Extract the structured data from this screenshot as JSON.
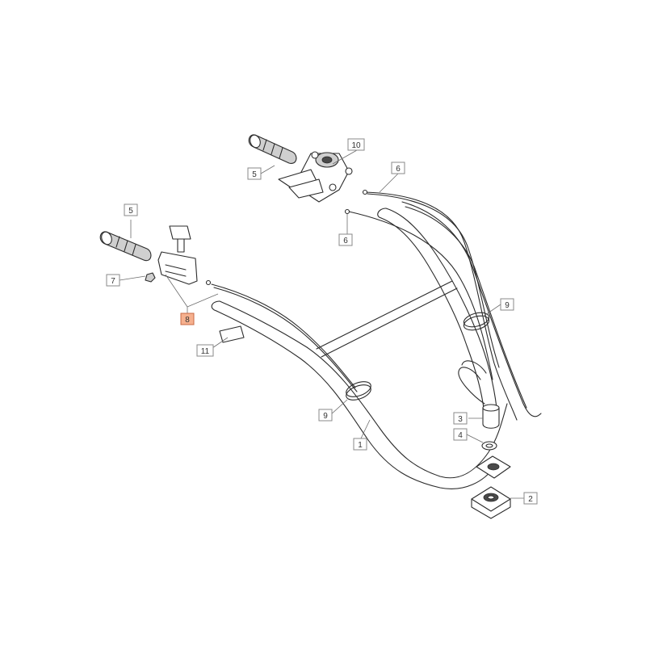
{
  "callouts": [
    {
      "id": "c1",
      "label": "1",
      "highlight": false
    },
    {
      "id": "c2",
      "label": "2",
      "highlight": false
    },
    {
      "id": "c3",
      "label": "3",
      "highlight": false
    },
    {
      "id": "c4",
      "label": "4",
      "highlight": false
    },
    {
      "id": "c5a",
      "label": "5",
      "highlight": false
    },
    {
      "id": "c5b",
      "label": "5",
      "highlight": false
    },
    {
      "id": "c6a",
      "label": "6",
      "highlight": false
    },
    {
      "id": "c6b",
      "label": "6",
      "highlight": false
    },
    {
      "id": "c7",
      "label": "7",
      "highlight": false
    },
    {
      "id": "c8",
      "label": "8",
      "highlight": true
    },
    {
      "id": "c9a",
      "label": "9",
      "highlight": false
    },
    {
      "id": "c9b",
      "label": "9",
      "highlight": false
    },
    {
      "id": "c10",
      "label": "10",
      "highlight": false
    },
    {
      "id": "c11",
      "label": "11",
      "highlight": false
    }
  ],
  "colors": {
    "highlight_fill": "#f6b08e",
    "highlight_stroke": "#c86a44",
    "line": "#2b2b2b",
    "box_border": "#8a8a8a"
  }
}
